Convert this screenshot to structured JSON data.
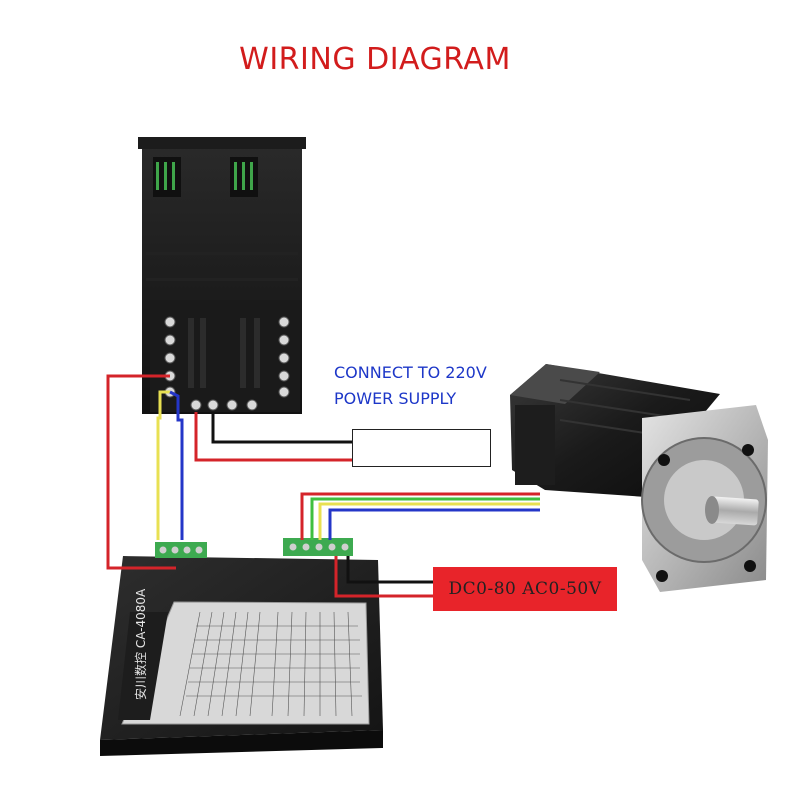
{
  "title": "WIRING DIAGRAM",
  "power_note": {
    "line1": "CONNECT TO 220V",
    "line2": "POWER SUPPLY"
  },
  "driver_supply": {
    "label": "DC0-80  AC0-50V",
    "color": "#e8242a"
  },
  "driver": {
    "brand_cn": "安川数控",
    "model": "CA-4080A"
  },
  "wire_colors": {
    "red": "#d4242a",
    "yellow": "#e8e052",
    "blue": "#2436c8",
    "green": "#3fbf3f",
    "black": "#111111"
  },
  "components": {
    "controller": "controller-module",
    "motor": "stepper-motor",
    "driver": "stepper-driver"
  }
}
